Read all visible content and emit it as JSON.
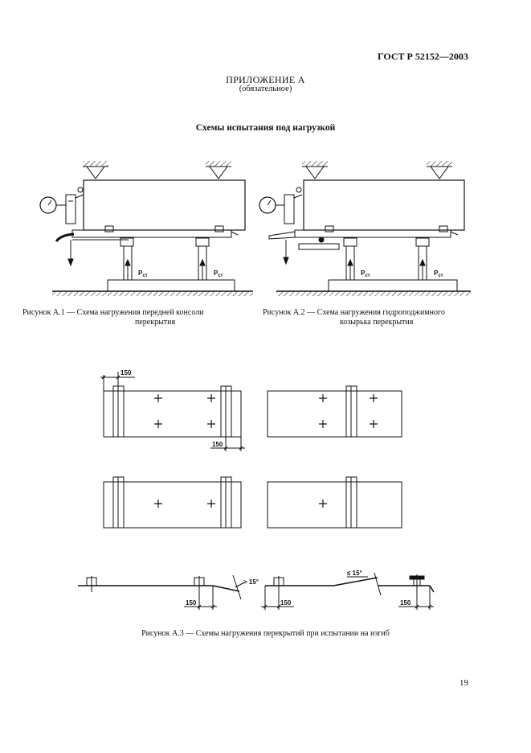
{
  "header": {
    "doc_code": "ГОСТ Р 52152—2003"
  },
  "appendix": {
    "title": "ПРИЛОЖЕНИЕ А",
    "note": "(обязательное)"
  },
  "section_title": "Схемы испытания под нагрузкой",
  "figure_a1": {
    "caption_line1": "Рисунок А.1 — Схема нагружения передней консоли",
    "caption_line2": "перекрытия",
    "load_label_1": "Р",
    "load_sub_1": "ст",
    "load_label_2": "Р",
    "load_sub_2": "ст"
  },
  "figure_a2": {
    "caption_line1": "Рисунок А.2 — Схема нагружения гидроподжимного",
    "caption_line2": "козырька перекрытия",
    "load_label_1": "Р",
    "load_sub_1": "ст",
    "load_label_2": "Р",
    "load_sub_2": "ст"
  },
  "figure_a3": {
    "caption": "Рисунок А.3 — Схемы нагружения перекрытий при испытании на изгиб",
    "dim_top": "150",
    "dim_bottom": "150",
    "dim_profile_1": "150",
    "dim_profile_2": "150",
    "dim_profile_3": "150",
    "angle_1": "> 15°",
    "angle_2": "≤ 15°"
  },
  "page_number": "19"
}
